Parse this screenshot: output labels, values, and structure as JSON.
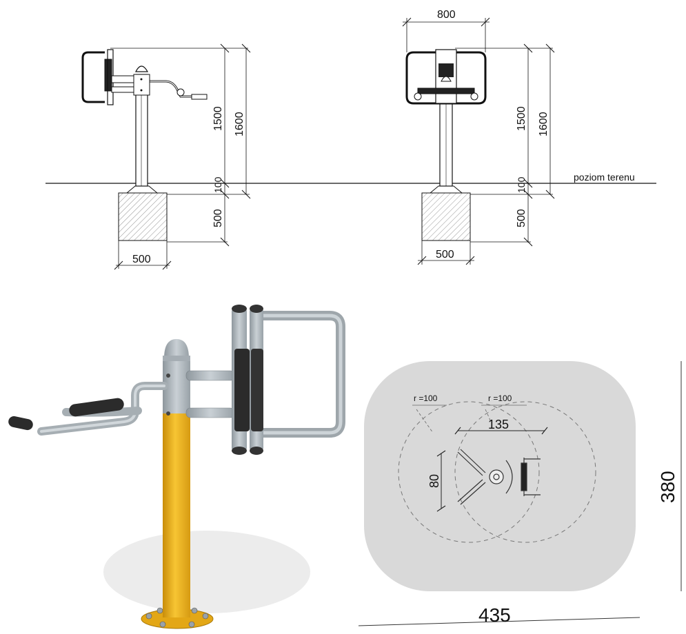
{
  "technical_drawing": {
    "side_view": {
      "height_total": "1600",
      "height_above_ground": "1500",
      "ground_offset": "100",
      "foundation_depth": "500",
      "foundation_width": "500"
    },
    "front_view": {
      "frame_width": "800",
      "height_total": "1600",
      "height_above_ground": "1500",
      "ground_offset": "100",
      "foundation_depth": "500",
      "foundation_width": "500"
    },
    "ground_label": "poziom terenu"
  },
  "safety_zone": {
    "left_radius_label": "r =100",
    "right_radius_label": "r =100",
    "centre_distance": "135",
    "handle_width": "80",
    "depth": "380",
    "width": "435"
  },
  "colors": {
    "post": "#f2b51f",
    "frame": "#b4bcc2",
    "grip": "#2b2b2b",
    "zone": "#d9d9d9"
  }
}
